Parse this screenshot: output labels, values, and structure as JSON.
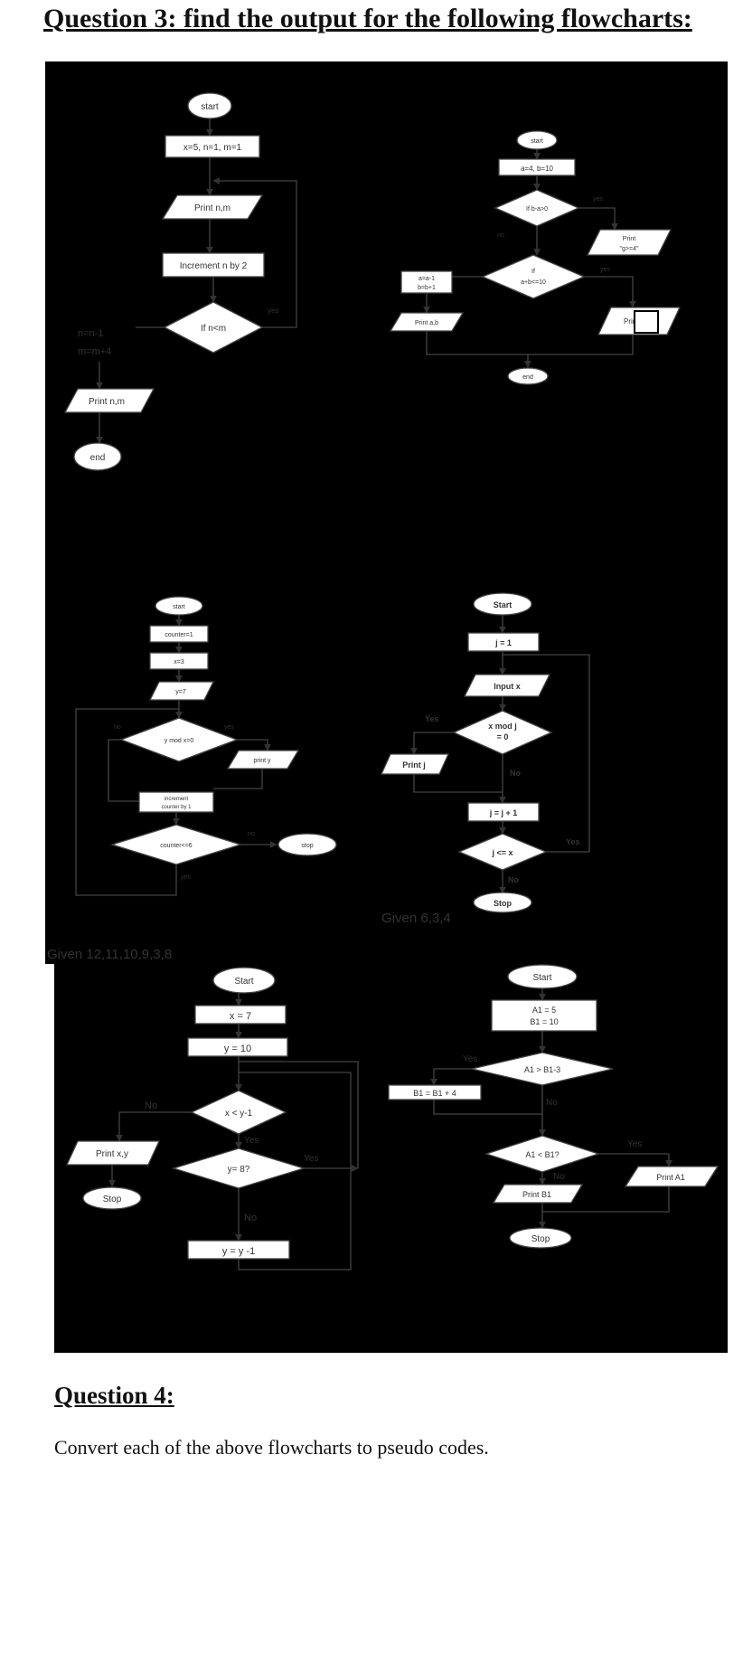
{
  "title": "Question 3: find the output for the following flowcharts:",
  "flowchart1": {
    "start": "start",
    "init": "x=5, n=1, m=1",
    "print1": "Print n,m",
    "increment": "Increment n by 2",
    "condition": "If n<m",
    "yes": "yes",
    "assign1": "n=n-1",
    "assign2": "m=m+4",
    "print2": "Print n,m",
    "end": "end"
  },
  "flowchart2": {
    "start": "start",
    "init": "a=4, b=10",
    "cond1": "If b-a>0",
    "yes1": "yes",
    "no1": "no",
    "print_right": "Print",
    "print_right2": "\"g>=4\"",
    "cond2_line1": "If",
    "cond2_line2": "a+b<=10",
    "yes2": "yes",
    "assign1": "a=a-1",
    "assign2": "b=b+1",
    "print_ab": "Print a,b",
    "print_small": "Print",
    "end": "end"
  },
  "flowchart3": {
    "start": "start",
    "counter": "counter=1",
    "input_x": "x=3",
    "input_y": "y=7",
    "condition": "y mod x=0",
    "no": "no",
    "yes": "yes",
    "print_y": "print y",
    "increment_l1": "increment",
    "increment_l2": "counter by 1",
    "cond2": "counter<=6",
    "no2": "no",
    "yes2": "yes",
    "stop": "stop",
    "given": "Given 12,11,10,9,3,8"
  },
  "flowchart4": {
    "start": "Start",
    "init": "j = 1",
    "input": "Input x",
    "cond_l1": "x mod j",
    "cond_l2": "= 0",
    "yes": "Yes",
    "print": "Print j",
    "no": "No",
    "increment": "j = j + 1",
    "cond2": "j <= x",
    "yes2": "Yes",
    "no2": "No",
    "stop": "Stop",
    "given": "Given 6,3,4"
  },
  "flowchart5": {
    "start": "Start",
    "init_x": "x = 7",
    "init_y": "y = 10",
    "cond1": "x < y-1",
    "no": "No",
    "yes": "Yes",
    "print": "Print x,y",
    "stop": "Stop",
    "cond2": "y= 8?",
    "yes2": "Yes",
    "no2": "No",
    "decrement": "y = y -1"
  },
  "flowchart6": {
    "start": "Start",
    "init1": "A1 = 5",
    "init2": "B1 = 10",
    "cond1": "A1 > B1-3",
    "yes": "Yes",
    "assign": "B1 = B1 + 4",
    "no": "No",
    "cond2": "A1 < B1?",
    "yes2": "Yes",
    "no2": "No",
    "print_b": "Print B1",
    "print_a": "Print A1",
    "stop": "Stop"
  },
  "question4": {
    "title": "Question 4:",
    "text": "Convert each of the above flowcharts to pseudo codes."
  }
}
